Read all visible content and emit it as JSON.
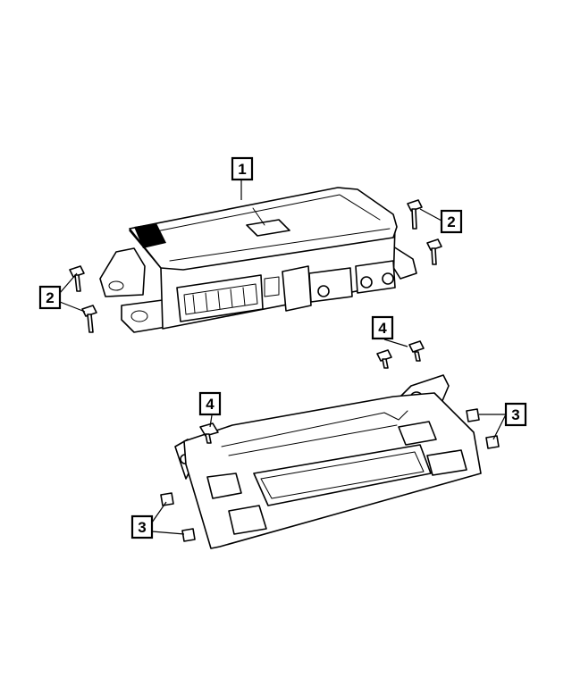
{
  "callouts": [
    {
      "id": "c1",
      "label": "1",
      "part": "control-module"
    },
    {
      "id": "c2a",
      "label": "2",
      "part": "module-bolt"
    },
    {
      "id": "c2b",
      "label": "2",
      "part": "module-bolt"
    },
    {
      "id": "c3a",
      "label": "3",
      "part": "clip-nut"
    },
    {
      "id": "c3b",
      "label": "3",
      "part": "clip-nut"
    },
    {
      "id": "c4a",
      "label": "4",
      "part": "bracket-bolt"
    },
    {
      "id": "c4b",
      "label": "4",
      "part": "bracket-bolt"
    }
  ]
}
